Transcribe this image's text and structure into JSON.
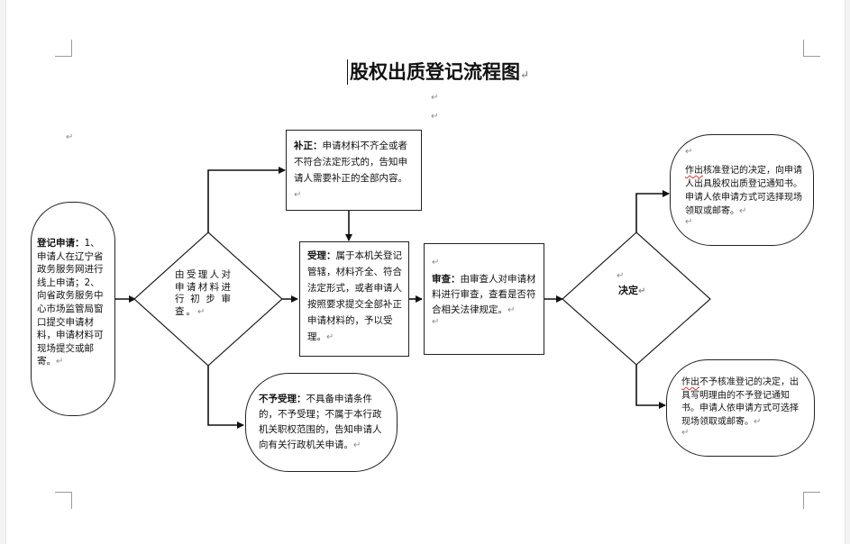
{
  "title": "股权出质登记流程图",
  "para_mark": "↵",
  "nodes": {
    "register": {
      "label": "登记申请：",
      "text": "1、申请人在辽宁省政务服务网进行线上申请；2、向省政务服务中心市场监管局窗口提交申请材料，申请材料可现场提交或邮寄。"
    },
    "prelim": {
      "text": "由受理人对申请材料进行初步审查。"
    },
    "supplement": {
      "label": "补正：",
      "text": "申请材料不齐全或者不符合法定形式的，告知申请人需要补正的全部内容。"
    },
    "accept": {
      "label": "受理：",
      "text": "属于本机关登记管辖，材料齐全、符合法定形式，或者申请人按照要求提交全部补正申请材料的，予以受理。"
    },
    "reject": {
      "label": "不予受理：",
      "text": "不具备申请条件的，不予受理；不属于本行政机关职权范围的，告知申请人向有关行政机关申请。"
    },
    "review": {
      "label": "审查：",
      "text": "由审查人对申请材料进行审查，查看是否符合相关法律规定。"
    },
    "decision": {
      "text": "决定"
    },
    "approve": {
      "prefix": "作出",
      "text": "核准登记的决定，向申请人出具股权出质登记通知书。申请人依申请方式可选择现场领取或邮寄。"
    },
    "deny": {
      "prefix": "作出",
      "text": "不予核准登记的决定，出具写明理由的不予登记通知书。申请人依申请方式可选择现场领取或邮寄。"
    }
  }
}
